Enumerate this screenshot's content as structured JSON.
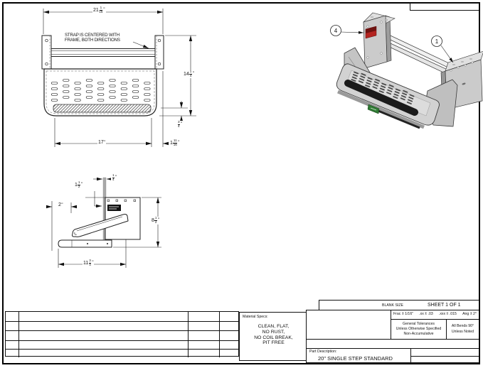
{
  "front_view": {
    "note_line1": "STRAP IS CENTERED WITH",
    "note_line2": "FRAME, BOTH DIRECTIONS",
    "dim_width": {
      "whole": "21",
      "num": "1",
      "den": "16",
      "unit": "\""
    },
    "dim_height": {
      "whole": "14",
      "num": "1",
      "den": "4",
      "unit": "\""
    },
    "dim_tread_offset": {
      "whole": "",
      "num": "3",
      "den": "4",
      "unit": "\""
    },
    "dim_step_width": {
      "whole": "17",
      "num": "",
      "den": "",
      "unit": "\""
    },
    "dim_bracket_offset": {
      "whole": "1",
      "num": "11",
      "den": "16",
      "unit": "\""
    }
  },
  "side_view": {
    "dim_strap_thickness": {
      "whole": "",
      "num": "1",
      "den": "4",
      "unit": "\""
    },
    "dim_strap_drop": {
      "whole": "1",
      "num": "1",
      "den": "2",
      "unit": "\""
    },
    "dim_arm_offset": {
      "whole": "2",
      "num": "",
      "den": "",
      "unit": "\""
    },
    "dim_height": {
      "whole": "8",
      "num": "1",
      "den": "2",
      "unit": "\""
    },
    "dim_depth": {
      "whole": "11",
      "num": "3",
      "den": "4",
      "unit": "\""
    }
  },
  "isometric": {
    "callout_bracket": "1",
    "callout_label": "4"
  },
  "title_block": {
    "blank_size_label": "BLANK SIZE",
    "sheet_label": "SHEET 1 OF 1",
    "tol_frac": "Frac ± 1/16\"",
    "tol_xx": ".xx ± .03",
    "tol_xxx": ".xxx ± .015",
    "tol_ang": "Ang ± 2°",
    "general_tol_line1": "General Tolerances",
    "general_tol_line2": "Unless Otherwise Specified",
    "general_tol_line3": "Non-Accumulative",
    "bends_line1": "All Bends 90°",
    "bends_line2": "Unless Noted",
    "material_label": "Material Specs:",
    "material_line1": "CLEAN, FLAT,",
    "material_line2": "NO RUST,",
    "material_line3": "NO COIL BREAK,",
    "material_line4": "PIT FREE",
    "part_desc_label": "Part Description:",
    "part_desc_value": "20\" SINGLE STEP STANDARD"
  },
  "colors": {
    "label_red": "#b32420",
    "label_green": "#2f7a33",
    "metal_light": "#cfcfcf",
    "tread_dark": "#1b1b1b"
  }
}
